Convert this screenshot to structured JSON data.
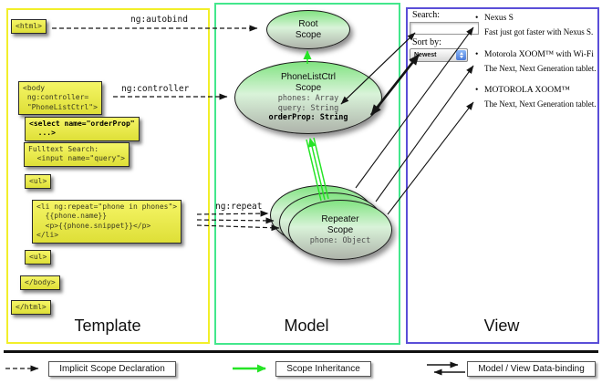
{
  "colors": {
    "template_border": "#f2ef2a",
    "model_border": "#43e78c",
    "view_border": "#5a4ed8",
    "box_yellow_top": "#f5f566",
    "box_yellow_bottom": "#dedf37",
    "scope_green": "#82e382",
    "arrow_green": "#25e425"
  },
  "panels": {
    "template": {
      "label": "Template"
    },
    "model": {
      "label": "Model"
    },
    "view": {
      "label": "View"
    }
  },
  "template_code": {
    "html_open": "<html>",
    "body_open": "<body\n ng:controller=\n \"PhoneListCtrl\">",
    "select": "<select name=\"orderProp\"\n  ...>",
    "fulltext": "Fulltext Search:\n  <input name=\"query\">",
    "ul_open": "<ul>",
    "li_repeat": "<li ng:repeat=\"phone in phones\">\n  {{phone.name}}\n  <p>{{phone.snippet}}</p>\n</li>",
    "ul_close": "<ul>",
    "body_close": "</body>",
    "html_close": "</html>"
  },
  "edge_labels": {
    "autobind": "ng:autobind",
    "controller": "ng:controller",
    "repeat": "ng:repeat"
  },
  "scopes": {
    "root": {
      "title": "Root\nScope"
    },
    "phonelist": {
      "title": "PhoneListCtrl\nScope",
      "prop_phones": "phones: Array",
      "prop_query": "query: String",
      "prop_order": "orderProp: String"
    },
    "repeater": {
      "title": "Repeater\nScope",
      "prop_phone": "phone: Object"
    }
  },
  "view": {
    "search_label": "Search:",
    "search_value": "",
    "sort_label": "Sort by:",
    "sort_value": "Newest",
    "items": [
      {
        "title": "Nexus S",
        "desc": "Fast just got faster with Nexus S."
      },
      {
        "title": "Motorola XOOM™ with Wi-Fi",
        "desc": "The Next, Next Generation tablet."
      },
      {
        "title": "MOTOROLA XOOM™",
        "desc": "The Next, Next Generation tablet."
      }
    ]
  },
  "legend": {
    "implicit": "Implicit Scope Declaration",
    "inheritance": "Scope Inheritance",
    "binding": "Model / View Data-binding"
  }
}
